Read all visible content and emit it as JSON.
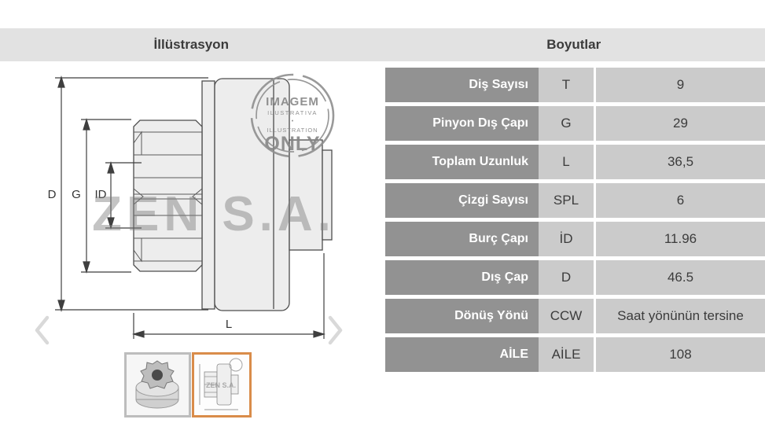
{
  "header": {
    "illustration": "İllüstrasyon",
    "dimensions": "Boyutlar"
  },
  "drawing": {
    "dim_d": "D",
    "dim_g": "G",
    "dim_id": "ID",
    "dim_l": "L",
    "stamp": {
      "line1": "IMAGEM",
      "line2": "ILUSTRATIVA",
      "dot": "•",
      "line3": "ILLUSTRATION",
      "line4": "ONLY"
    },
    "watermark": "ZEN S.A.",
    "thumb_watermark": "ZEN S.A."
  },
  "table": {
    "rows": [
      {
        "label": "Diş Sayısı",
        "symbol": "T",
        "value": "9"
      },
      {
        "label": "Pinyon Dış Çapı",
        "symbol": "G",
        "value": "29"
      },
      {
        "label": "Toplam Uzunluk",
        "symbol": "L",
        "value": "36,5"
      },
      {
        "label": "Çizgi Sayısı",
        "symbol": "SPL",
        "value": "6"
      },
      {
        "label": "Burç Çapı",
        "symbol": "İD",
        "value": "11.96"
      },
      {
        "label": "Dış Çap",
        "symbol": "D",
        "value": "46.5"
      },
      {
        "label": "Dönüş Yönü",
        "symbol": "CCW",
        "value": "Saat yönünün tersine"
      },
      {
        "label": "AİLE",
        "symbol": "AİLE",
        "value": "108"
      }
    ]
  },
  "colors": {
    "accent_orange": "#d98c4a",
    "header_bg": "#e2e2e2",
    "label_cell_bg": "#929292",
    "value_cell_bg": "#cbcbcb"
  }
}
